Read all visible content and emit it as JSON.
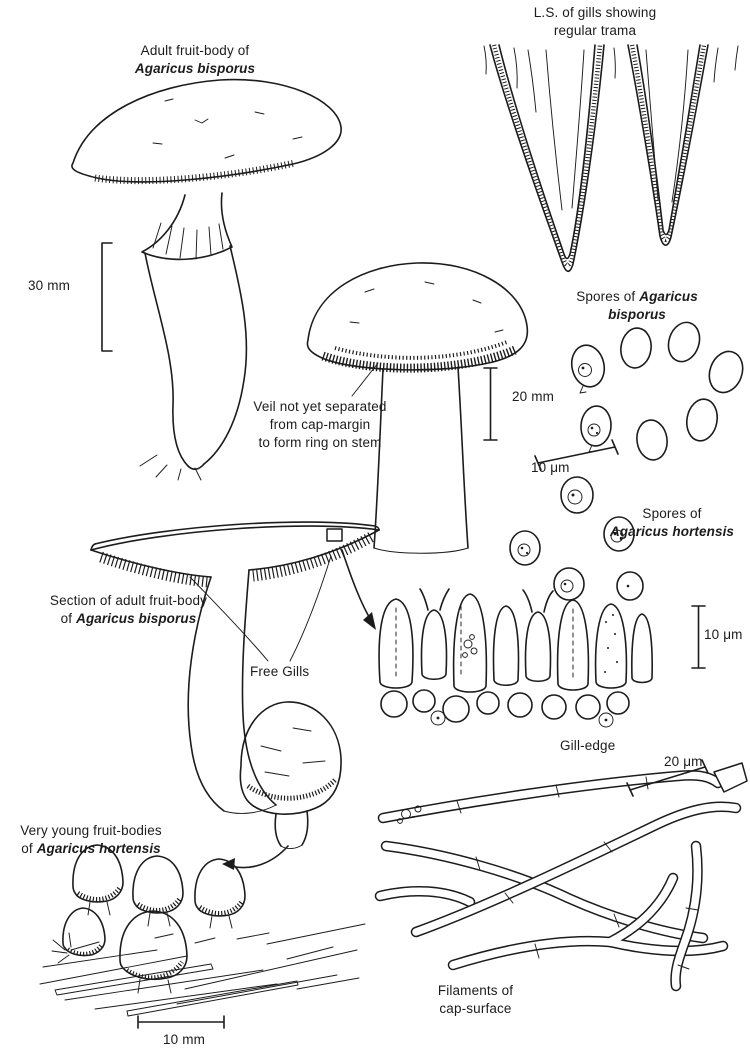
{
  "page": {
    "bg": "#ffffff",
    "ink": "#1c1c1c"
  },
  "labels": {
    "ls_gills": {
      "line1": "L.S. of gills showing",
      "line2": "regular trama"
    },
    "adult": {
      "line1": "Adult fruit-body of",
      "species": "Agaricus bisporus"
    },
    "veil": {
      "line1": "Veil not yet separated",
      "line2": "from cap-margin",
      "line3": "to form ring on stem"
    },
    "spores_bisporus": {
      "prefix": "Spores of",
      "species_line1": "Agaricus",
      "species_line2": "bisporus"
    },
    "spores_hortensis": {
      "prefix": "Spores of",
      "species": "Agaricus hortensis"
    },
    "section": {
      "line1": "Section of adult fruit-body",
      "line2_prefix": "of",
      "species": "Agaricus bisporus"
    },
    "free_gills": "Free Gills",
    "gill_edge": "Gill-edge",
    "young": {
      "line1": "Very young fruit-bodies",
      "line2_prefix": "of",
      "species": "Agaricus hortensis"
    },
    "filaments": {
      "line1": "Filaments of",
      "line2": "cap-surface"
    }
  },
  "scale_bars": {
    "bar_30mm": "30 mm",
    "bar_20mm": "20 mm",
    "bar_10um_spores": "10 μm",
    "bar_10um_gill": "10 μm",
    "bar_20um": "20 μm",
    "bar_10mm": "10 mm"
  }
}
